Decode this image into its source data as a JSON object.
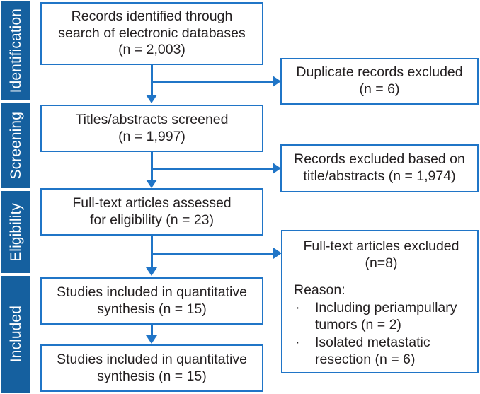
{
  "diagram": {
    "type": "prisma-flow-diagram",
    "colors": {
      "stage_bar": "#15609F",
      "box_border": "#2075C7",
      "connector": "#2075C7",
      "text": "#231f20",
      "background": "#ffffff"
    }
  },
  "stages": [
    {
      "id": "identification",
      "label": "Identification"
    },
    {
      "id": "screening",
      "label": "Screening"
    },
    {
      "id": "eligibility",
      "label": "Eligibility"
    },
    {
      "id": "included",
      "label": "Included"
    }
  ],
  "boxes": {
    "records_identified": {
      "line1": "Records identified through",
      "line2": "search of electronic databases",
      "line3": "(n = 2,003)"
    },
    "duplicates_excluded": {
      "line1": "Duplicate records excluded",
      "line2": "(n = 6)"
    },
    "titles_screened": {
      "line1": "Titles/abstracts screened",
      "line2": "(n = 1,997)"
    },
    "records_excluded": {
      "line1": "Records excluded based on",
      "line2": "title/abstracts (n = 1,974)"
    },
    "fulltext_assessed": {
      "line1": "Full-text articles assessed",
      "line2": "for eligibility (n = 23)"
    },
    "fulltext_excluded": {
      "title_line1": "Full-text articles excluded",
      "title_line2": "(n=8)",
      "reason_label": "Reason:",
      "bullet_char": "·",
      "reasons": [
        "Including periampullary tumors (n = 2)",
        "Isolated metastatic resection (n = 6)"
      ]
    },
    "studies_included_1": {
      "line1": "Studies included in quantitative",
      "line2": "synthesis (n = 15)"
    },
    "studies_included_2": {
      "line1": "Studies included in quantitative",
      "line2": "synthesis (n = 15)"
    }
  }
}
